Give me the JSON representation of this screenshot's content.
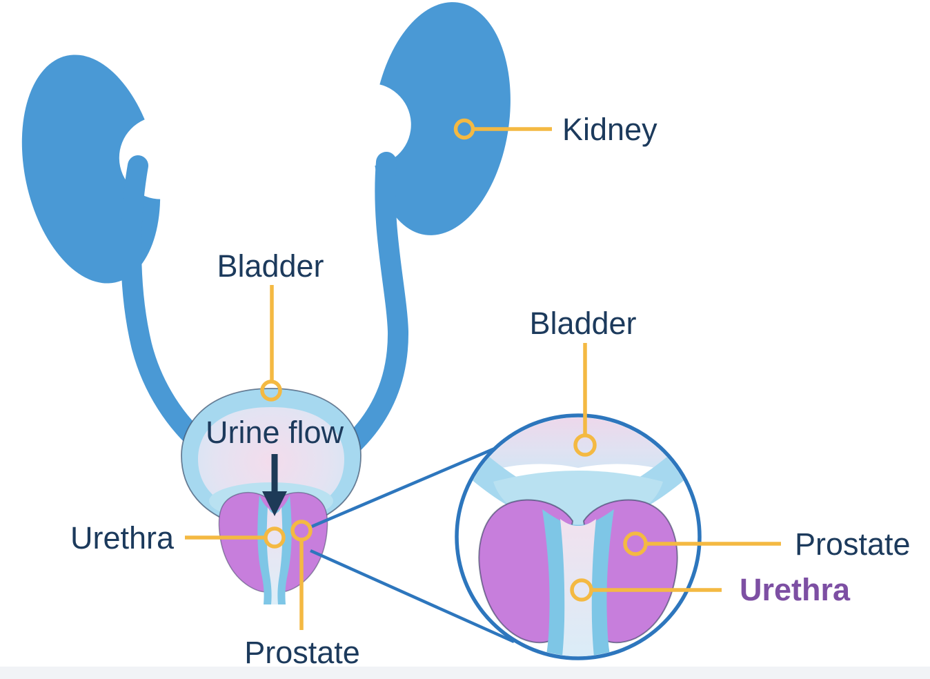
{
  "figure": {
    "title": "Male urinary system diagram",
    "description": "Illustration of kidneys, ureters, bladder, prostate and urethra with urine flow arrow and a magnified circular inset of the bladder neck, prostate and urethra"
  },
  "labels": {
    "main": {
      "kidney": "Kidney",
      "bladder": "Bladder",
      "urine_flow": "Urine flow",
      "urethra": "Urethra",
      "prostate": "Prostate"
    },
    "inset": {
      "bladder": "Bladder",
      "prostate": "Prostate",
      "urethra": "Urethra"
    }
  },
  "colors": {
    "kidney_blue": "#4a99d5",
    "bladder_wall_blue": "#a6d8ef",
    "bladder_pool_blue": "#b9e1f1",
    "lumen_pink": "#f2dcec",
    "lumen_blue": "#d3e9f6",
    "urethra_edge_blue": "#7ec6e6",
    "urethra_channel_lavender": "#ece4f4",
    "prostate_purple": "#c77edc",
    "label_navy": "#1c3a5c",
    "urethra_label_purple": "#7d4fa3",
    "annotation_yellow": "#f4b942",
    "inset_outline_blue": "#2d76bd",
    "arrow_navy": "#1d3a57"
  }
}
